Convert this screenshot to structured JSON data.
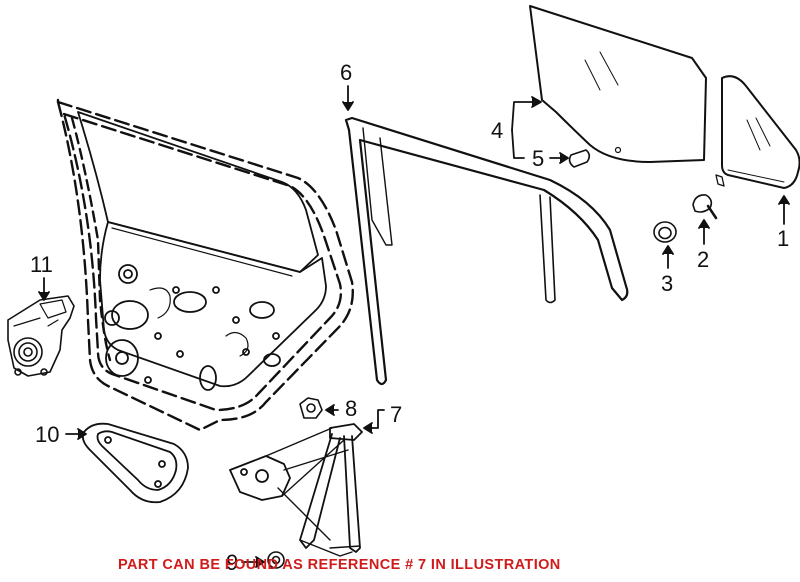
{
  "colors": {
    "line": "#111111",
    "notice": "#d11a1a"
  },
  "callouts": {
    "c1": "1",
    "c2": "2",
    "c3": "3",
    "c4": "4",
    "c5": "5",
    "c6": "6",
    "c7": "7",
    "c8": "8",
    "c9": "9",
    "c10": "10",
    "c11": "11"
  },
  "notice": "PART CAN BE FOUND AS REFERENCE # 7 IN ILLUSTRATION"
}
